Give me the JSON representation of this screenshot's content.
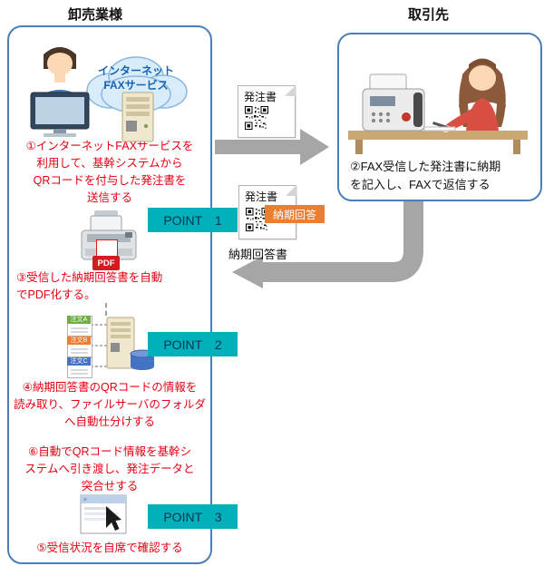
{
  "titles": {
    "wholesaler": "卸売業様",
    "partner": "取引先"
  },
  "cloud": {
    "label": "インターネット\nFAXサービス"
  },
  "steps": {
    "s1": "①インターネットFAXサービスを\n利用して、基幹システムから\nQRコードを付与した発注書を\n送信する",
    "s2": "②FAX受信した発注書に納期\nを記入し、FAXで返信する",
    "s3": "③受信した納期回答書を自動\nでPDF化する。",
    "s4": "④納期回答書のQRコードの情報を\n読み取り、ファイルサーバのフォルダ\nへ自動仕分けする",
    "s5": "⑤受信状況を自席で確認する",
    "s6": "⑥自動でQRコード情報を基幹シ\nステムへ引き渡し、発注データと\n突合せする"
  },
  "documents": {
    "order_sent": "発注書",
    "order_returned": "発注書",
    "reply_badge": "納期回答",
    "reply_label": "納期回答書"
  },
  "points": {
    "p1": "POINT　1",
    "p2": "POINT　2",
    "p3": "POINT　3"
  },
  "pdf_label": "PDF",
  "file_tags": [
    "注文A",
    "注文B",
    "注文C"
  ],
  "colors": {
    "step_text_red": "#e60012",
    "point_teal": "#00b0ba",
    "badge_orange": "#ed7d31",
    "panel_border_blue": "#4a7ebc",
    "arrow_gray": "#a6a6a6",
    "cloud_text_blue": "#1464b3",
    "pdf_red": "#d71920"
  }
}
